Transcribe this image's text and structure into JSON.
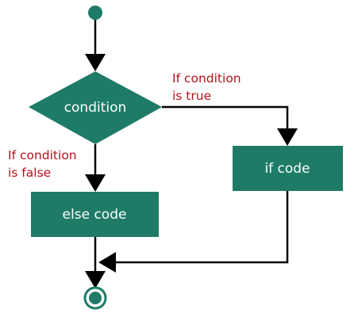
{
  "diagram": {
    "colors": {
      "node_fill": "#1e7b67",
      "node_text": "#ffffff",
      "branch_label": "#b3121b",
      "line": "#000000",
      "background": "#ffffff"
    },
    "nodes": {
      "start": {
        "shape": "filled-circle"
      },
      "decision": {
        "shape": "diamond",
        "label": "condition"
      },
      "if_block": {
        "shape": "rectangle",
        "label": "if code"
      },
      "else_block": {
        "shape": "rectangle",
        "label": "else code"
      },
      "end": {
        "shape": "ringed-circle"
      }
    },
    "edges": {
      "true_branch": {
        "line1": "If condition",
        "line2": "is true"
      },
      "false_branch": {
        "line1": "If condition",
        "line2": "is false"
      }
    }
  }
}
